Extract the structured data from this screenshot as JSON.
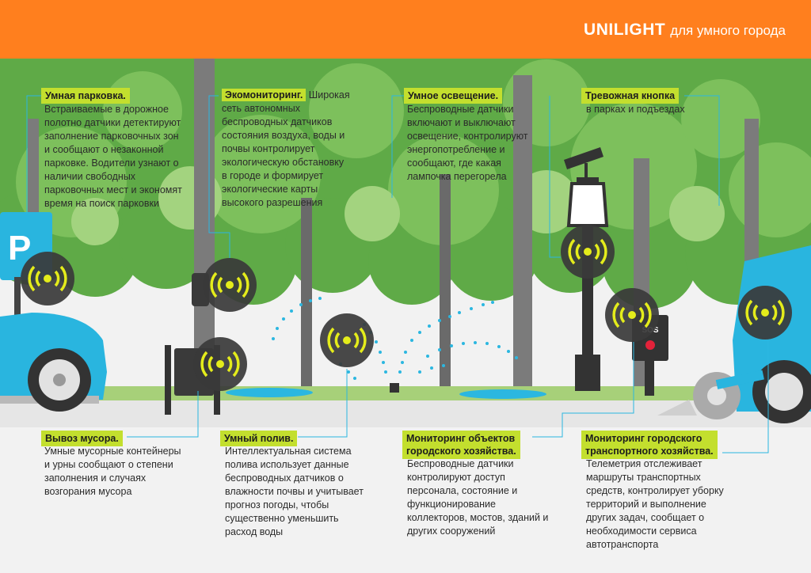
{
  "header": {
    "brand": "UNILIGHT",
    "tagline": "для умного города",
    "color": "#ff7f1e"
  },
  "colors": {
    "accent": "#c3df2e",
    "line": "#2bb7e0",
    "car": "#29b5df",
    "trunk": "#7b7b7b",
    "canopy": "#5faa47",
    "sensor": "#303030",
    "signal": "#e4ec1b"
  },
  "icons": [
    "parking-sign-icon",
    "wireless-sensor-icon",
    "street-lamp-icon",
    "camera-icon",
    "sos-button-icon",
    "sprinkler-icon",
    "trash-bin-icon",
    "car-icon"
  ],
  "features": [
    {
      "key": "parking",
      "title": "Умная парковка.",
      "text": "Встраиваемые в дорожное\nполотно датчики детектируют\nзаполнение парковочных зон\nи сообщают о незаконной\nпарковке. Водители узнают о\nналичии свободных\nпарковочных мест и экономят\nвремя на поиск парковки"
    },
    {
      "key": "eco",
      "title": "Экомониторинг.",
      "text": "Широкая\nсеть автономных\nбеспроводных датчиков\nсостояния воздуха, воды и\nпочвы контролирует\nэкологическую обстановку\nв городе и формирует\nэкологические карты\nвысокого разрешения"
    },
    {
      "key": "lighting",
      "title": "Умное освещение.",
      "text": "Беспроводные датчики\nвключают и выключают\nосвещение, контролируют\nэнергопотребление и\nсообщают, где какая\nлампочка перегорела"
    },
    {
      "key": "alarm",
      "title": "Тревожная кнопка",
      "text": "в парках и подъездах"
    },
    {
      "key": "waste",
      "title": "Вывоз мусора.",
      "text": "Умные мусорные контейнеры\nи урны сообщают о степени\nзаполнения и случаях\nвозгорания мусора"
    },
    {
      "key": "irrigation",
      "title": "Умный полив.",
      "text": "Интеллектуальная система\nполива использует данные\nбеспроводных датчиков о\nвлажности почвы и учитывает\nпрогноз погоды, чтобы\nсущественно уменьшить\nрасход воды"
    },
    {
      "key": "utilities",
      "title": "Мониторинг объектов\nгородского хозяйства.",
      "text": "Беспроводные датчики\nконтролируют доступ\nперсонала, состояние и\nфункционирование\nколлекторов, мостов, зданий и\nдругих сооружений"
    },
    {
      "key": "transport",
      "title": "Мониторинг городского\nтранспортного хозяйства.",
      "text": "Телеметрия отслеживает\nмаршруты транспортных\nсредств, контролирует уборку\nтерриторий и выполнение\nдругих задач, сообщает о\nнеобходимости сервиса\nавтотранспорта"
    }
  ],
  "sos_label": "SOS"
}
